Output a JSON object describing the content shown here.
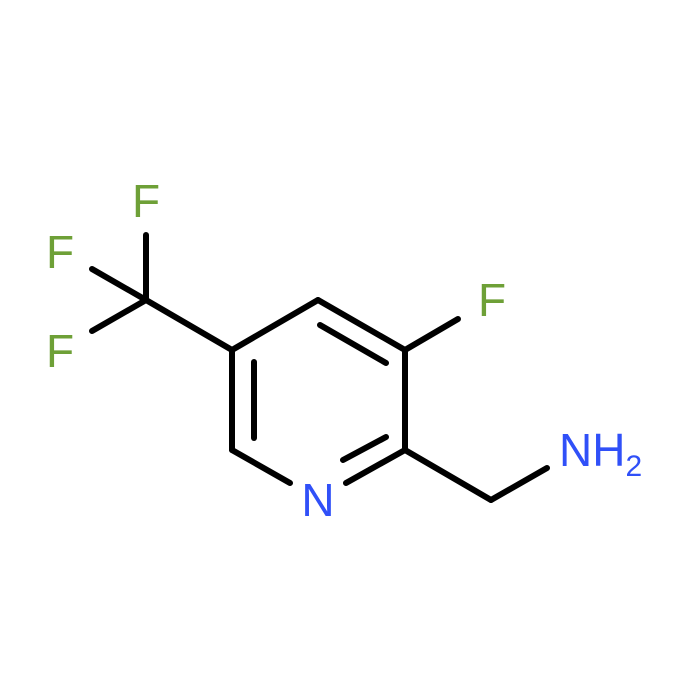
{
  "molecule": {
    "atoms": {
      "n1": {
        "symbol": "N",
        "color": "#3050f8"
      },
      "f3": {
        "symbol": "F",
        "color": "#6ea037"
      },
      "nh2": {
        "symbol": "NH",
        "subscript": "2",
        "color": "#3050f8"
      },
      "cf3_f1": {
        "symbol": "F",
        "color": "#6ea037"
      },
      "cf3_f2": {
        "symbol": "F",
        "color": "#6ea037"
      },
      "cf3_f3": {
        "symbol": "F",
        "color": "#6ea037"
      }
    },
    "bond_color": "#000000"
  }
}
